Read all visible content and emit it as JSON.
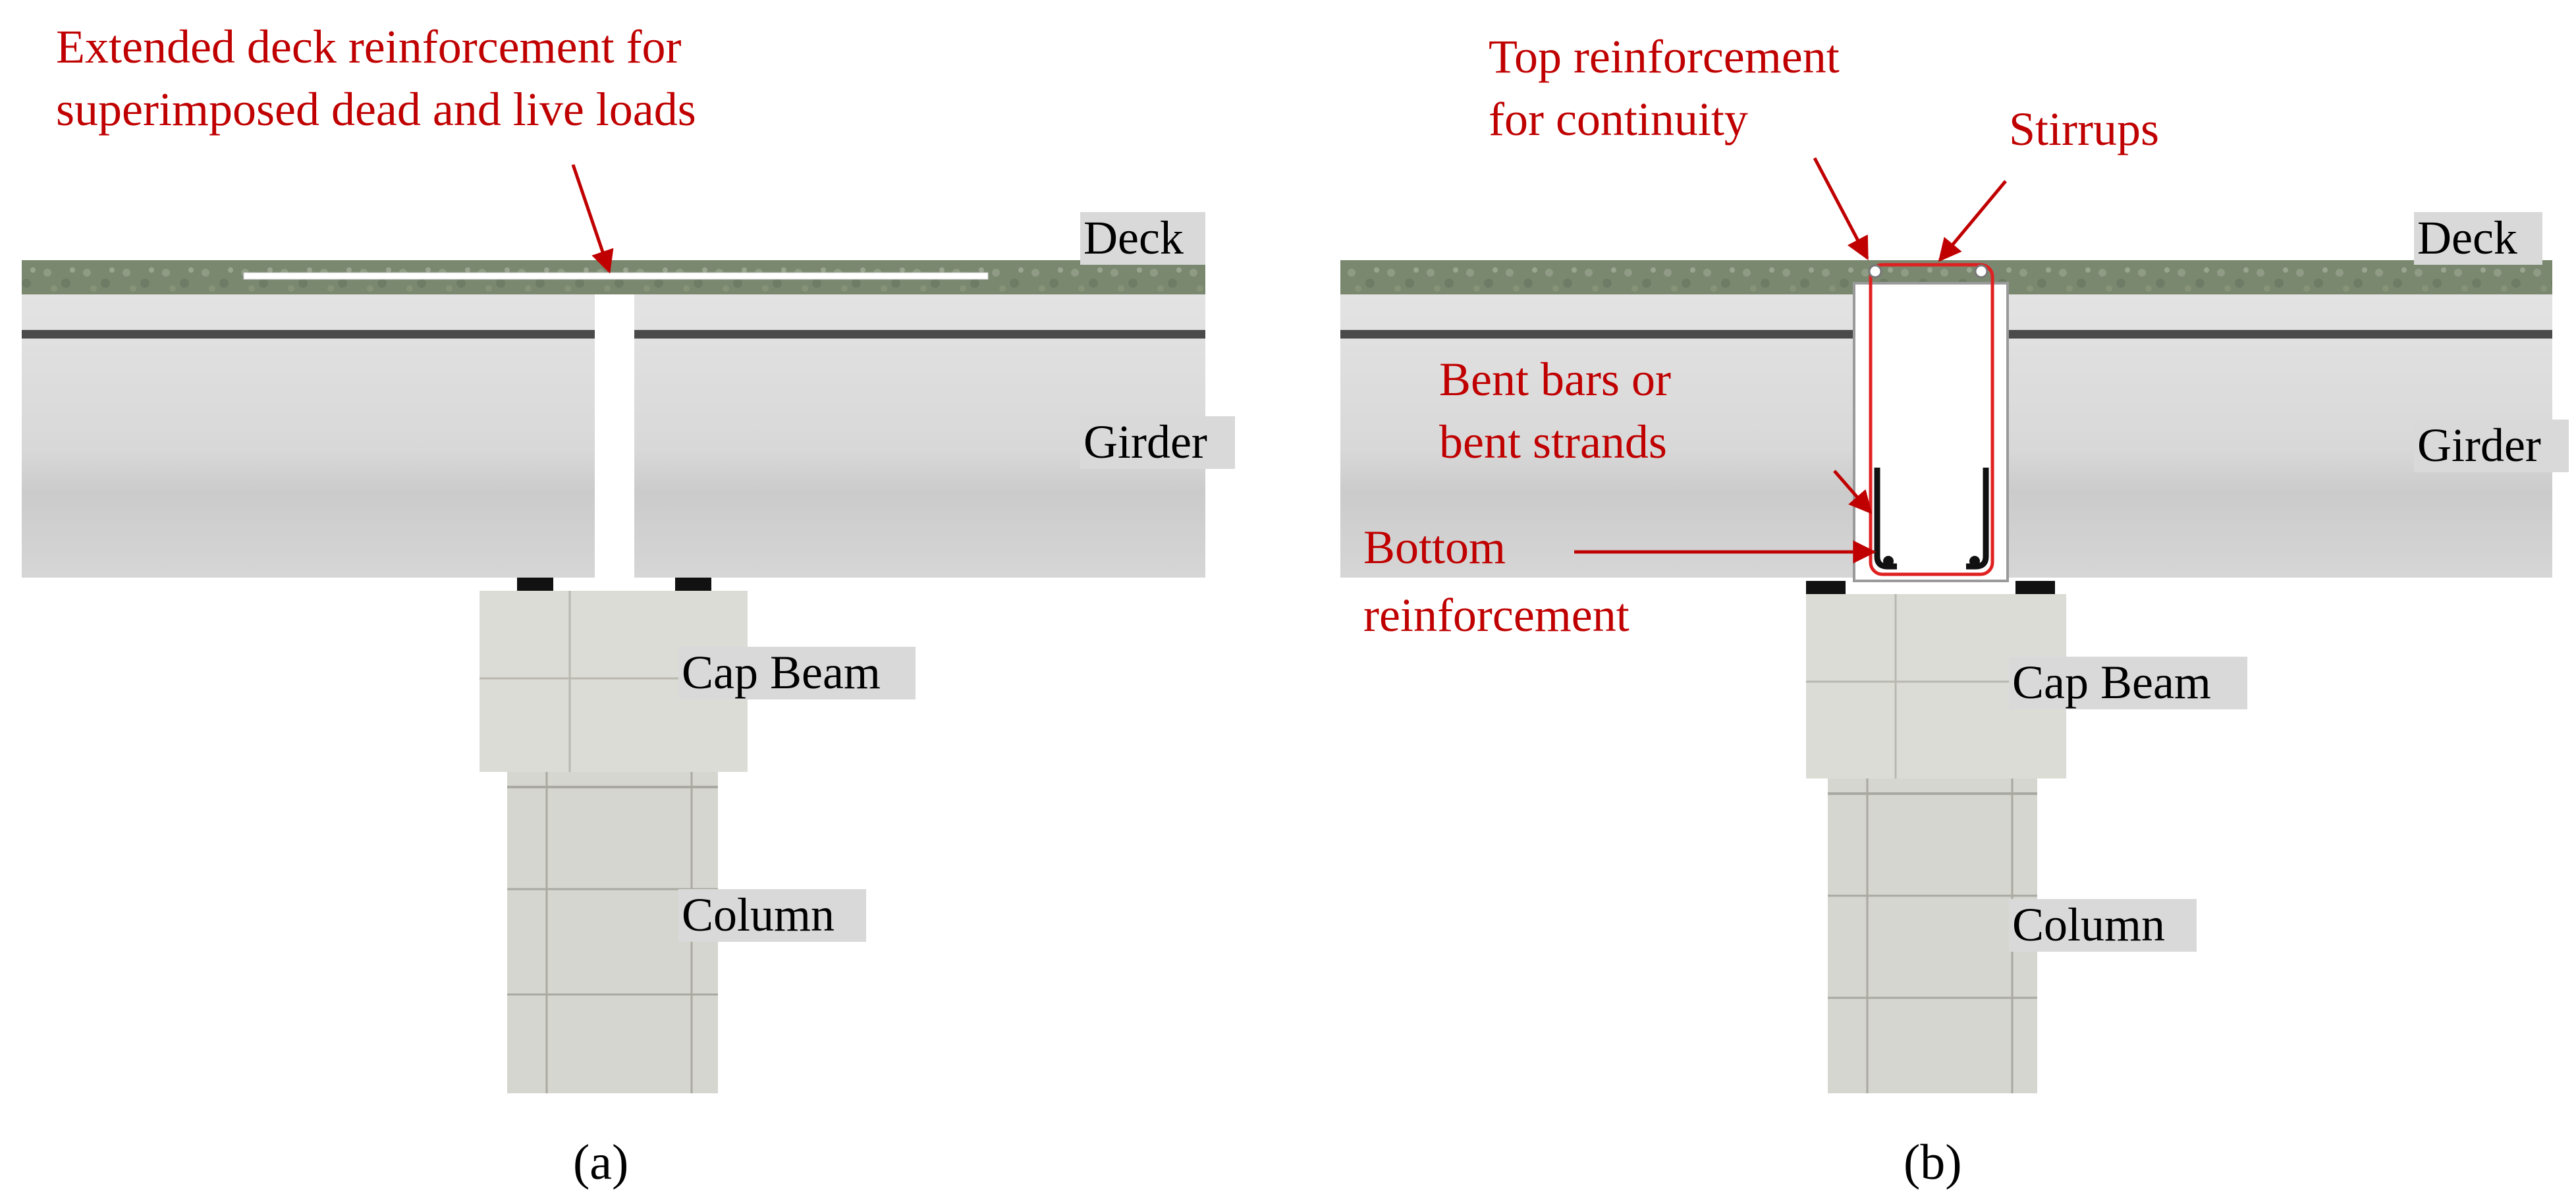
{
  "panel_a": {
    "caption": "(a)",
    "annotation": [
      "Extended deck reinforcement for",
      "superimposed dead and live loads"
    ],
    "labels": {
      "deck": "Deck",
      "girder": "Girder",
      "cap_beam": "Cap Beam",
      "column": "Column"
    }
  },
  "panel_b": {
    "caption": "(b)",
    "annotations": {
      "top_reinforcement": [
        "Top reinforcement",
        "for continuity"
      ],
      "stirrups": "Stirrups",
      "bent_bars": [
        "Bent bars or",
        "bent strands"
      ],
      "bottom_reinforcement": [
        "Bottom",
        "reinforcement"
      ]
    },
    "labels": {
      "deck": "Deck",
      "girder": "Girder",
      "cap_beam": "Cap Beam",
      "column": "Column"
    }
  },
  "colors": {
    "annotation": "#c00000",
    "deck": "#7d8a72",
    "girder": "#d9d9d9",
    "girder_band": "#cfcfcf",
    "concrete": "#dcdcd6",
    "bearing": "#111111",
    "label_bg": "#d9d9d9"
  }
}
